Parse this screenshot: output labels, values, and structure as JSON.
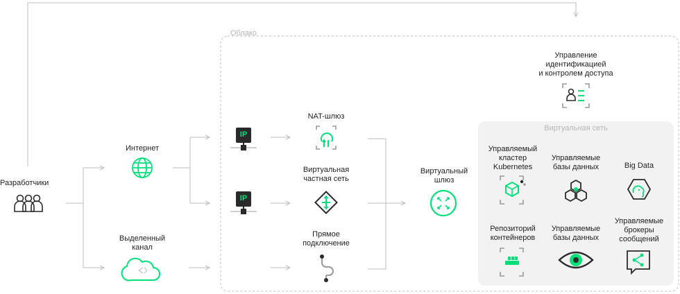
{
  "cloud": {
    "label": "Облако"
  },
  "developers": {
    "label": "Разработчики",
    "icon": "people-icon"
  },
  "internet": {
    "label": "Интернет",
    "icon": "globe-icon"
  },
  "dedicated": {
    "label": "Выделенный\nканал",
    "icon": "cloud-icon"
  },
  "ip": {
    "label": "IP",
    "icon": "ip-address-icon"
  },
  "nat": {
    "label": "NAT-шлюз",
    "icon": "nat-gateway-icon"
  },
  "vpn": {
    "label": "Виртуальная\nчастная сеть",
    "icon": "router-icon"
  },
  "direct": {
    "label": "Прямое\nподключение",
    "icon": "path-icon"
  },
  "vgw": {
    "label": "Виртуальный\nшлюз",
    "icon": "gateway-icon"
  },
  "iam": {
    "label": "Управление\nидентификацией\nи контролем доступа",
    "icon": "id-card-icon"
  },
  "vnet": {
    "label": "Виртуальная сеть"
  },
  "services": {
    "k8s": {
      "label": "Управляемый\nкластер\nKubernetes",
      "icon": "kubernetes-icon"
    },
    "db1": {
      "label": "Управляемые\nбазы данных",
      "icon": "database-icon"
    },
    "bigdata": {
      "label": "Big Data",
      "icon": "elephant-icon"
    },
    "registry": {
      "label": "Репозиторий\nконтейнеров",
      "icon": "container-registry-icon"
    },
    "db2": {
      "label": "Управляемые\nбазы данных",
      "icon": "eye-database-icon"
    },
    "brokers": {
      "label": "Управляемые\nброкеры\nсообщений",
      "icon": "message-broker-icon"
    }
  },
  "colors": {
    "accent": "#00e07a",
    "dark": "#222222",
    "line": "#bdbdbd",
    "panel": "#f2f2f2"
  }
}
